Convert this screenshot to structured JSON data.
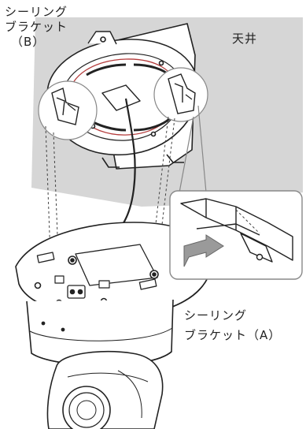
{
  "labels": {
    "bracket_b": {
      "line1": "シーリング",
      "line2": "ブラケット",
      "line3": "（B）"
    },
    "ceiling": "天井",
    "bracket_a": {
      "line1": "シーリング",
      "line2": "ブラケット（A）"
    }
  },
  "colors": {
    "ceiling_fill": "#d6d6d6",
    "line": "#222222",
    "red_groove": "#b43b3b",
    "wall_fill": "#ffffff",
    "arrow_fill": "#9a9a9a"
  }
}
